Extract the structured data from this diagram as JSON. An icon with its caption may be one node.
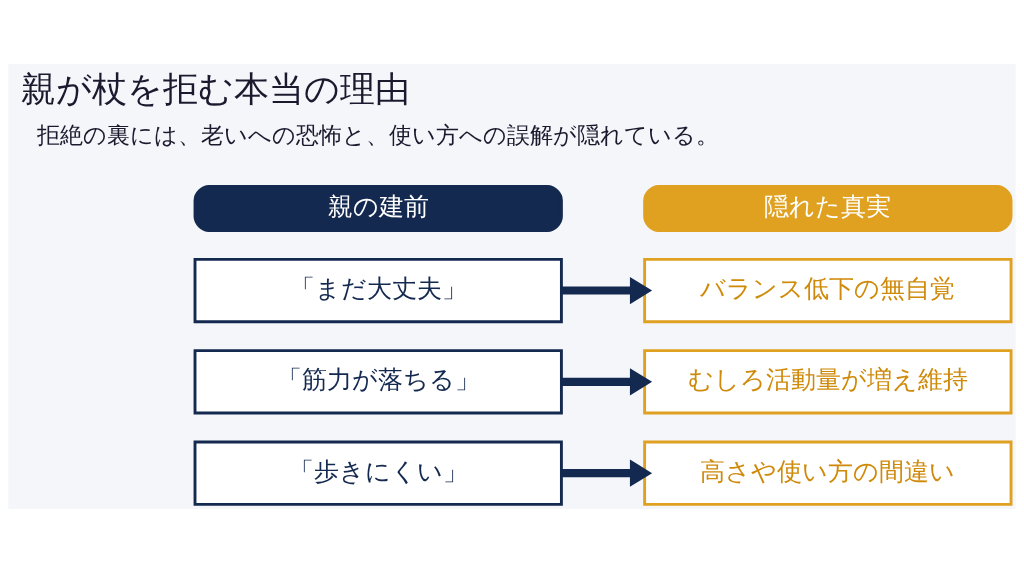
{
  "diagram": {
    "title": "親が杖を拒む本当の理由",
    "nodes": [
      {
        "text": [
          "親の建前"
        ]
      },
      {
        "text": [
          "隠れた真実"
        ]
      },
      {
        "text": [
          "「まだ大丈夫」"
        ]
      },
      {
        "text": [
          "バランス低下の無自覚"
        ]
      },
      {
        "text": [
          "「筋力が落ちる」"
        ]
      },
      {
        "text": [
          "むしろ活動量が増え維持"
        ]
      },
      {
        "text": [
          "「歩きにくい」"
        ]
      },
      {
        "text": [
          "高さや使い方の間違い"
        ]
      }
    ],
    "edges": [
      {
        "from": 2,
        "to": 3,
        "arrow": "to"
      },
      {
        "from": 4,
        "to": 5,
        "arrow": "to"
      },
      {
        "from": 6,
        "to": 7,
        "arrow": "to"
      }
    ],
    "labels": [
      "拒絶の裏には、老いへの恐怖と、使い方への誤解が隠れている。"
    ]
  }
}
